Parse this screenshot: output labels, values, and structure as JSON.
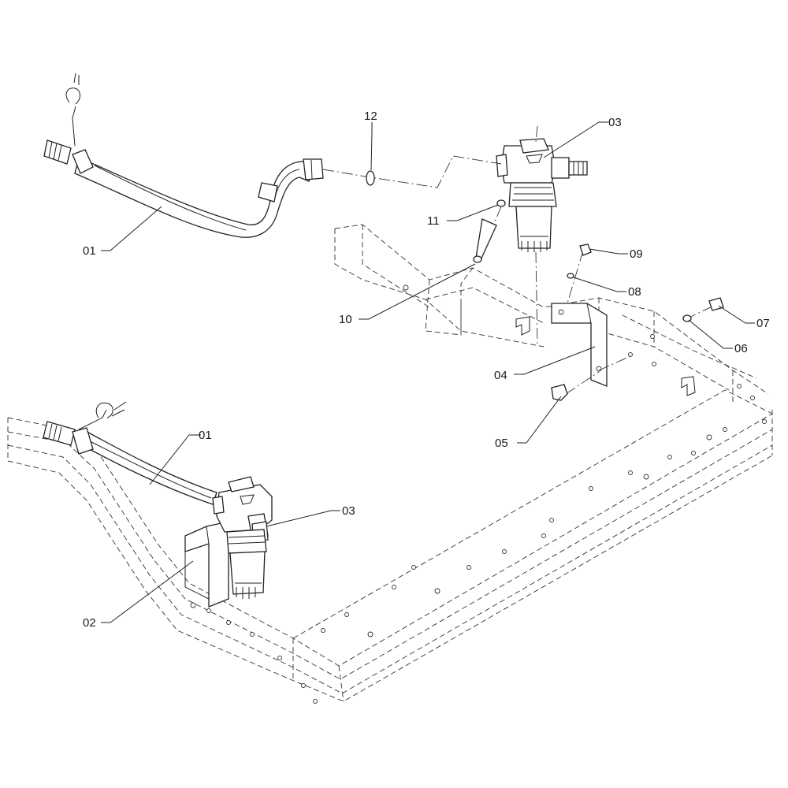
{
  "callouts": {
    "hose_top": "01",
    "hose_bottom": "01",
    "bracket_left": "02",
    "filter_top": "03",
    "filter_bottom": "03",
    "bracket_right": "04",
    "bolt": "05",
    "washer_06": "06",
    "nut_07": "07",
    "washer_08": "08",
    "nut_09": "09",
    "screw_10": "10",
    "washer_11": "11",
    "oring_12": "12"
  }
}
